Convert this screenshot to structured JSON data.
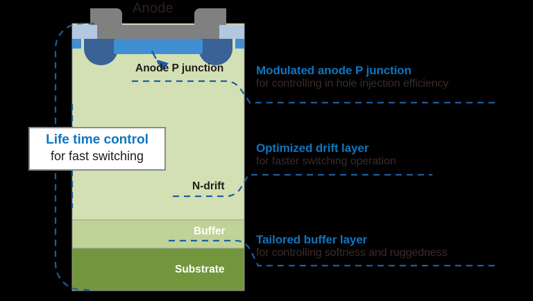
{
  "figure": {
    "title_anode": "Anode",
    "colors": {
      "accent_blue": "#0f75c0",
      "dash_blue": "#1c5fa0",
      "n_drift": "#d3e0b4",
      "buffer": "#bfd396",
      "substrate": "#72963c",
      "metal_gray": "#808080",
      "oxide_light_blue": "#b3c7e0",
      "anode_blue": "#3f8fd2",
      "p_well_blue": "#3a6296",
      "text_dark": "#2e211f",
      "text_sub": "#3a2c27",
      "box_border": "#8b8b8b",
      "background": "#000000"
    }
  },
  "device_layers": [
    {
      "key": "n_drift",
      "label": "N-drift",
      "label_color": "dark"
    },
    {
      "key": "buffer",
      "label": "Buffer",
      "label_color": "light"
    },
    {
      "key": "substrate",
      "label": "Substrate",
      "label_color": "light"
    }
  ],
  "inner_labels": {
    "anode_p_junction": "Anode P junction",
    "n_drift": "N-drift",
    "buffer": "Buffer",
    "substrate": "Substrate"
  },
  "highlight_box": {
    "title": "Life time control",
    "subtitle": "for fast switching"
  },
  "callouts": [
    {
      "id": "anode-p-junction",
      "title": "Modulated anode P junction",
      "subtitle": "for controlling in hole injection efficiency"
    },
    {
      "id": "drift-layer",
      "title": "Optimized drift layer",
      "subtitle": "for faster switching operation"
    },
    {
      "id": "buffer-layer",
      "title": "Tailored buffer layer",
      "subtitle": "for controlling softness and ruggedness"
    }
  ]
}
